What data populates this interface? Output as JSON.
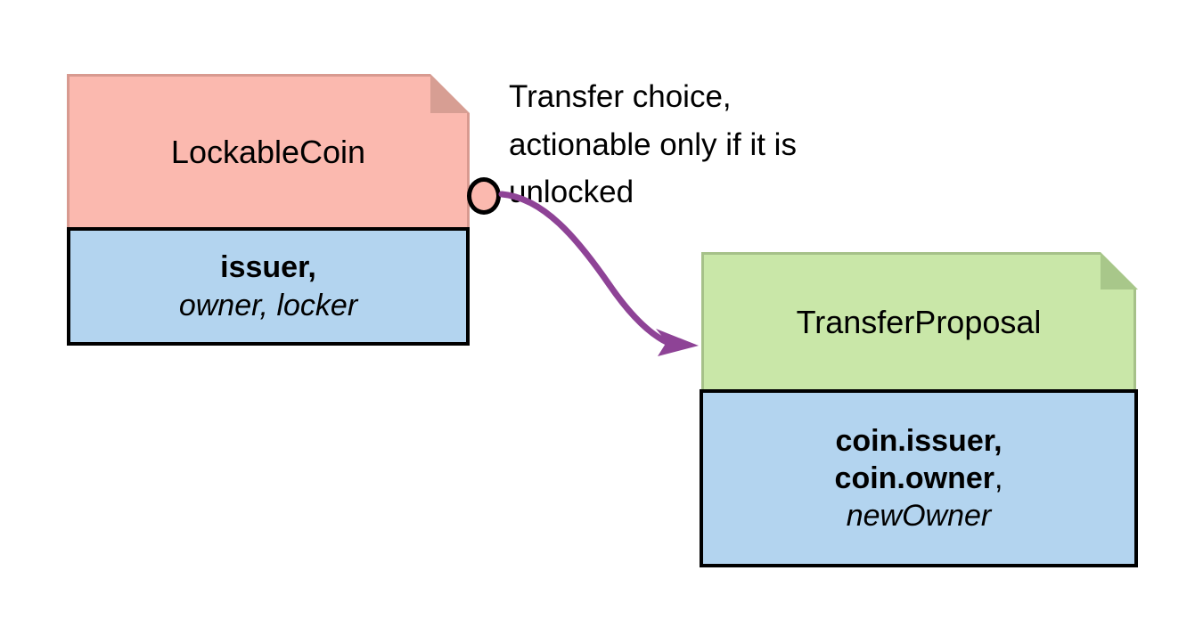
{
  "diagram": {
    "title": "LockableCoin transfer choice diagram",
    "type": "uml-class-relationship",
    "background": "#ffffff",
    "colors": {
      "template_pink": "#fbb9af",
      "template_pink_fold": "#d79e93",
      "template_green": "#c9e7a8",
      "template_green_fold": "#a8c78a",
      "attributes_blue": "#b3d4ef",
      "border_black": "#000000",
      "arrow_purple": "#8e4396"
    }
  },
  "nodes": {
    "lockable_coin": {
      "name": "LockableCoin",
      "header_fill": "#fbb9af",
      "body_fill": "#b3d4ef",
      "attributes": [
        {
          "text": "issuer,",
          "style": "bold"
        },
        {
          "text": "owner, locker",
          "style": "italic"
        }
      ]
    },
    "transfer_proposal": {
      "name": "TransferProposal",
      "header_fill": "#c9e7a8",
      "body_fill": "#b3d4ef",
      "attributes": [
        {
          "text": "coin.issuer,",
          "style": "bold"
        },
        {
          "text_bold": "coin.owner",
          "text_plain": ",",
          "style": "bold-plus-comma"
        },
        {
          "text": "newOwner",
          "style": "italic"
        }
      ]
    }
  },
  "edges": [
    {
      "from": "lockable_coin",
      "to": "transfer_proposal",
      "color": "#8e4396",
      "style": "curved-arrow",
      "port": "choice-circle",
      "annotation_lines": [
        "Transfer choice,",
        "actionable only if it is",
        "unlocked"
      ]
    }
  ],
  "annotation": {
    "line1": "Transfer choice,",
    "line2": "actionable only if it is",
    "line3": "unlocked"
  }
}
